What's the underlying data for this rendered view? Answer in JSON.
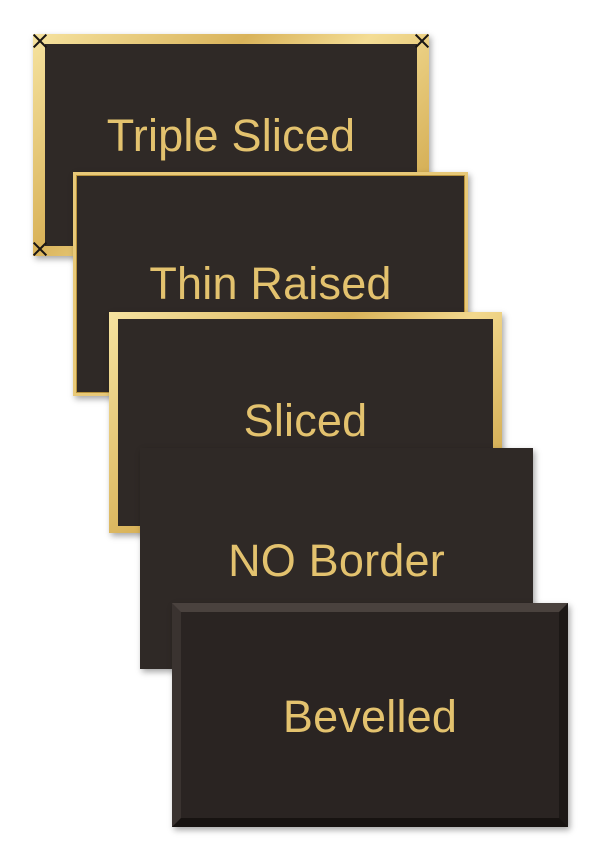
{
  "plaques": [
    {
      "label": "Triple Sliced"
    },
    {
      "label": "Thin Raised"
    },
    {
      "label": "Sliced"
    },
    {
      "label": "NO Border"
    },
    {
      "label": "Bevelled"
    }
  ],
  "colors": {
    "plaque_background": "#2f2926",
    "engraving_gold": "#e3c26e",
    "frame_gold": "#d9b35a"
  }
}
